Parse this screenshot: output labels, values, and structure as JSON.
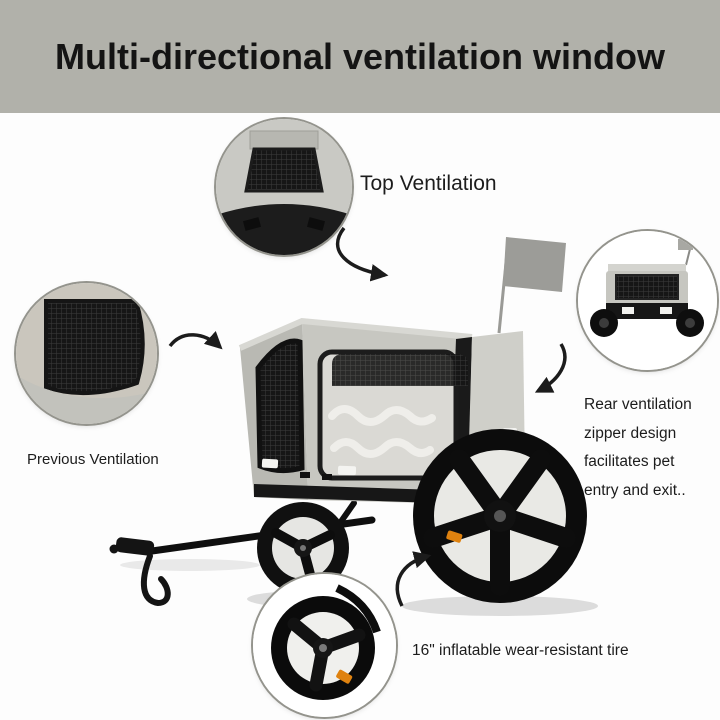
{
  "banner": {
    "title": "Multi-directional ventilation window",
    "bg_color": "#b1b1aa"
  },
  "callouts": {
    "top": {
      "label": "Top Ventilation"
    },
    "front": {
      "label": "Previous Ventilation"
    },
    "rear": {
      "text": "Rear ventilation zipper design facilitates pet entry and exit.."
    },
    "tire": {
      "label": "16\" inflatable wear-resistant tire"
    }
  },
  "colors": {
    "banner_bg": "#b1b1aa",
    "body_gray": "#c7c7c1",
    "front_gray": "#b9b9b3",
    "mesh_black": "#161616",
    "reflector_orange": "#df820f",
    "flag_gray": "#9c9c98"
  }
}
